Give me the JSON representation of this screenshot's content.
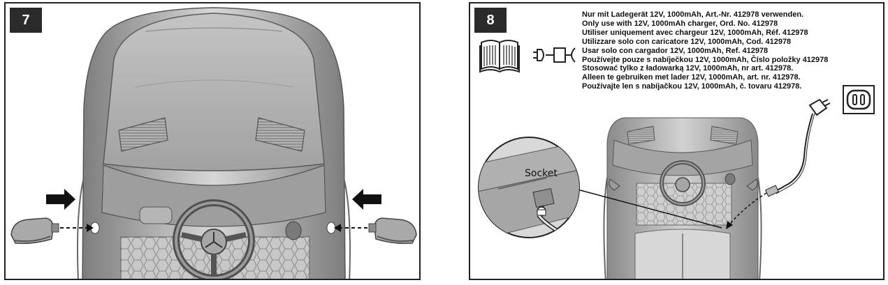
{
  "step7": {
    "number": "7"
  },
  "step8": {
    "number": "8",
    "socket_label": "Socket",
    "charger_notice": [
      "Nur mit Ladegerät 12V, 1000mAh, Art.-Nr. 412978 verwenden.",
      "Only use with 12V, 1000mAh charger, Ord. No. 412978",
      "Utiliser uniquement avec chargeur 12V, 1000mAh, Réf. 412978",
      "Utilizzare solo con caricatore 12V, 1000mAh, Cod. 412978",
      "Usar solo con cargador 12V, 1000mAh, Ref. 412978",
      "Používejte pouze s nabíječkou 12V, 1000mAh, Číslo položky 412978",
      "Stosować tylko z ładowarką 12V, 1000mAh, nr art. 412978.",
      "Alleen te gebruiken met lader 12V, 1000mAh, art. nr. 412978.",
      "Používajte len s nabíjačkou 12V, 1000mAh, č. tovaru 412978."
    ]
  },
  "icons": {
    "manual": "open-book-icon",
    "plug": "charger-plug-icon",
    "outlet": "wall-outlet-icon"
  }
}
